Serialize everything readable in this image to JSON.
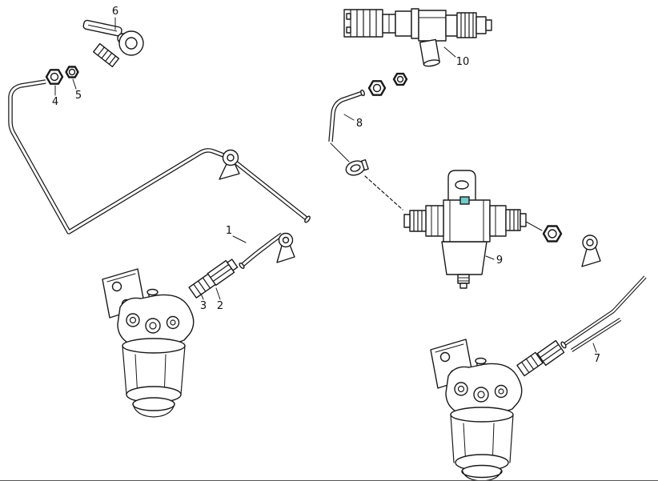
{
  "diagram": {
    "colors": {
      "background": "#ffffff",
      "line": "#1a1a1a",
      "accent": "#74c9c9"
    },
    "labels": [
      {
        "part": "1",
        "text": "1"
      },
      {
        "part": "2",
        "text": "2"
      },
      {
        "part": "3",
        "text": "3"
      },
      {
        "part": "4",
        "text": "4"
      },
      {
        "part": "5",
        "text": "5"
      },
      {
        "part": "6",
        "text": "6"
      },
      {
        "part": "7",
        "text": "7"
      },
      {
        "part": "8",
        "text": "8"
      },
      {
        "part": "9",
        "text": "9"
      },
      {
        "part": "10",
        "text": "10"
      }
    ]
  }
}
